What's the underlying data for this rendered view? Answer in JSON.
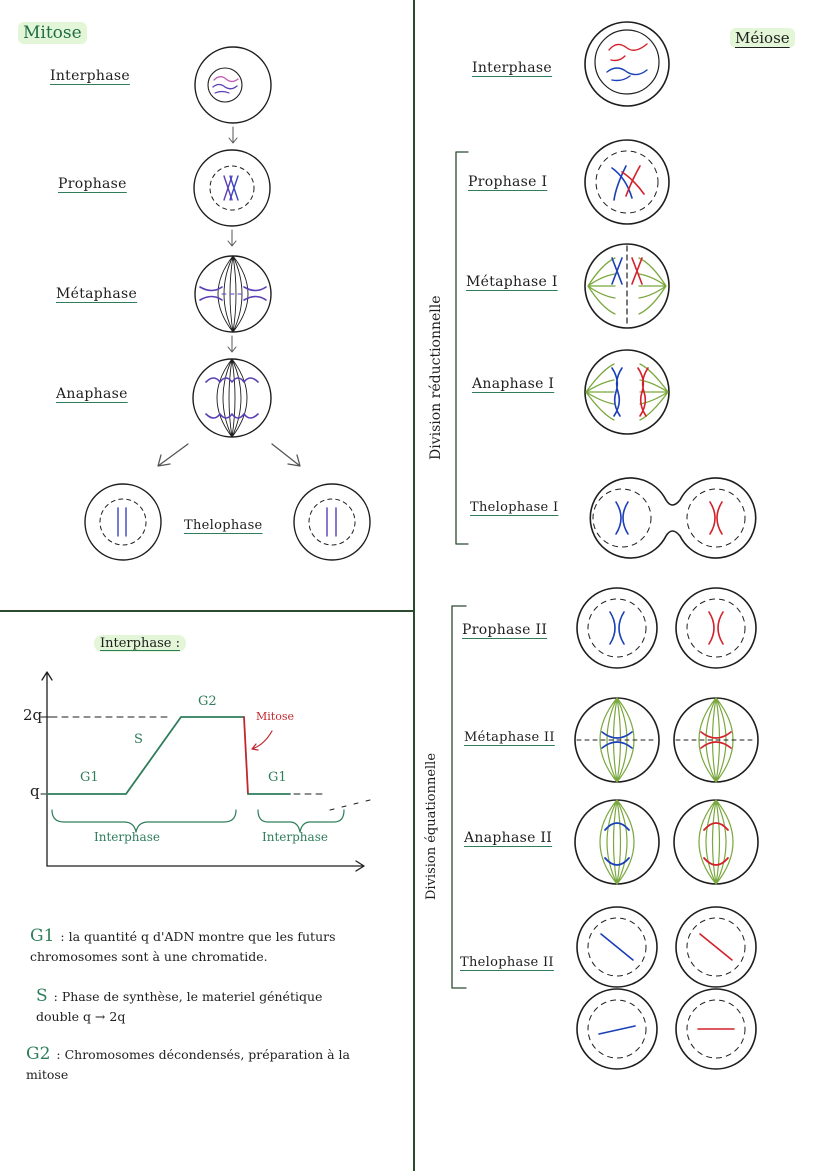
{
  "mitose": {
    "title": "Mitose",
    "stages": [
      "Interphase",
      "Prophase",
      "Métaphase",
      "Anaphase",
      "Thelophase"
    ]
  },
  "meiose": {
    "title": "Méiose",
    "interphase": "Interphase",
    "division1_label": "Division réductionnelle",
    "division2_label": "Division équationnelle",
    "stages1": [
      "Prophase I",
      "Métaphase I",
      "Anaphase I",
      "Thelophase I"
    ],
    "stages2": [
      "Prophase II",
      "Métaphase II",
      "Anaphase II",
      "Thelophase II"
    ]
  },
  "graph": {
    "title": "Interphase :",
    "y_high": "2q",
    "y_low": "q",
    "g1_left": "G1",
    "s": "S",
    "g2": "G2",
    "mitose": "Mitose",
    "g1_right": "G1",
    "interphase_left": "Interphase",
    "interphase_right": "Interphase"
  },
  "notes": {
    "g1_key": "G1",
    "g1_text": ": la quantité q d'ADN montre que les futurs chromosomes sont à une chromatide.",
    "s_key": "S",
    "s_text": ": Phase de synthèse, le materiel génétique double q → 2q",
    "g2_key": "G2",
    "g2_text": ": Chromosomes décondensés, préparation à la mitose"
  },
  "colors": {
    "ink": "#1e1e1e",
    "green_title": "#1f6e46",
    "highlight": "#e3f6d7",
    "spindle": "#7aa83e",
    "blue": "#1a3fb8",
    "red": "#d3202a",
    "purple": "#5a3fb5",
    "graph_green": "#2f7d5b",
    "graph_red": "#c0282e"
  }
}
